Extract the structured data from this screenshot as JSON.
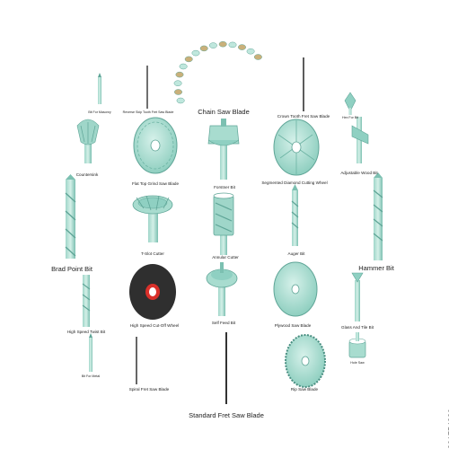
{
  "colors": {
    "tool_light": "#bfe7dd",
    "tool_mid": "#8fd0c2",
    "tool_dark": "#5fa597",
    "wire": "#333333",
    "chain": "#c9b07a",
    "disc": "#2f2f2f",
    "disc_accent": "#d9302a"
  },
  "watermark_id": "201754229",
  "icons": [
    {
      "key": "chain_saw_blade",
      "name": "Chain Saw Blade"
    },
    {
      "key": "bit_for_masonry",
      "name": "Bit For Masonry"
    },
    {
      "key": "reverse_skip_tooth",
      "name": "Reverse Skip Tooth Fret Saw Blade"
    },
    {
      "key": "crown_tooth",
      "name": "Crown Tooth Fret Saw Blade"
    },
    {
      "key": "hex_bit",
      "name": "Hex For Bit"
    },
    {
      "key": "countersink",
      "name": "Countersink"
    },
    {
      "key": "flat_top_grind",
      "name": "Flat Top Grind Saw Blade"
    },
    {
      "key": "forstner_bit",
      "name": "Forstner Bit"
    },
    {
      "key": "segmented_diamond",
      "name": "Segmented Diamond Cutting Wheel"
    },
    {
      "key": "adjustable_wood_bit",
      "name": "Adjustable Wood Bit"
    },
    {
      "key": "brad_point_bit",
      "name": "Brad Point Bit"
    },
    {
      "key": "t_slot_cutter",
      "name": "T-Slot Cutter"
    },
    {
      "key": "annular_cutter",
      "name": "Annular Cutter"
    },
    {
      "key": "auger_bit",
      "name": "Auger Bit"
    },
    {
      "key": "hammer_bit",
      "name": "Hammer Bit"
    },
    {
      "key": "high_speed_twist_bit",
      "name": "High Speed Twist Bit"
    },
    {
      "key": "cut_off_wheel",
      "name": "High Speed Cut-Off Wheel"
    },
    {
      "key": "self_feed_bit",
      "name": "Self Feed Bit"
    },
    {
      "key": "plywood_saw_blade",
      "name": "Plywood Saw Blade"
    },
    {
      "key": "glass_and_tile_bit",
      "name": "Glass And Tile Bit"
    },
    {
      "key": "hole_saw",
      "name": "Hole Saw"
    },
    {
      "key": "bit_for_metal",
      "name": "Bit For Metal"
    },
    {
      "key": "spiral_fret_saw_blade",
      "name": "Spiral Fret Saw Blade"
    },
    {
      "key": "rip_saw_blade",
      "name": "Rip Saw Blade"
    },
    {
      "key": "standard_fret_saw_blade",
      "name": "Standard Fret Saw Blade"
    }
  ]
}
